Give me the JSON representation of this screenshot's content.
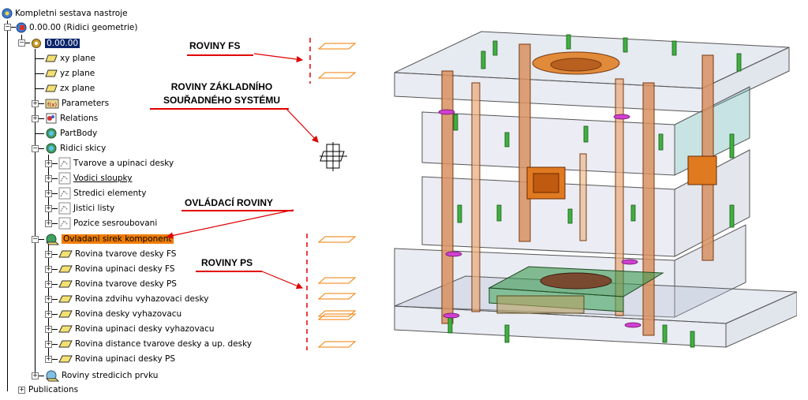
{
  "tree": {
    "root": "Kompletni sestava nastroje",
    "product": "0.00.00 (Ridici geometrie)",
    "part": "0.00.00",
    "items": [
      "xy plane",
      "yz plane",
      "zx plane",
      "Parameters",
      "Relations",
      "PartBody",
      "Ridici skicy"
    ],
    "sketches": [
      "Tvarove a upinaci desky",
      "Vodici sloupky",
      "Stredici elementy",
      "Jistici listy",
      "Pozice sesroubovani"
    ],
    "control_set": "Ovladani sirek komponent",
    "planes": [
      "Rovina tvarove desky FS",
      "Rovina upinaci desky FS",
      "Rovina tvarove desky PS",
      "Rovina zdvihu vyhazovaci desky",
      "Rovina desky vyhazovacu",
      "Rovina upinaci desky vyhazovacu",
      "Rovina distance tvarove desky a up. desky",
      "Rovina upinaci desky PS"
    ],
    "centering": "Roviny stredicich prvku",
    "publications": "Publications"
  },
  "annotations": {
    "roviny_fs": "ROVINY FS",
    "roviny_zakl_1": "ROVINY ZÁKLADNÍHO",
    "roviny_zakl_2": "SOUŘADNÉHO SYSTÉMU",
    "ovladaci": "OVLÁDACÍ ROVINY",
    "roviny_ps": "ROVINY PS"
  },
  "colors": {
    "annotation_line": "#e00000",
    "selection_blue": "#0a246a",
    "selection_orange": "#f07d00",
    "plane_symbol": "#f07d00"
  }
}
